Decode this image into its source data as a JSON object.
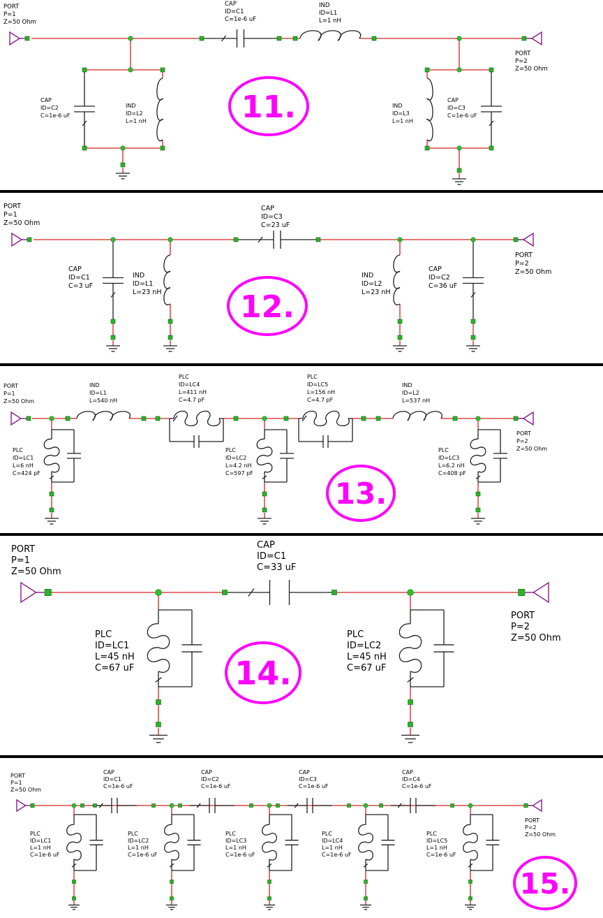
{
  "colors": {
    "wire": "#d22424",
    "component": "#202020",
    "node": "#2fbf2f",
    "pin": "#28b428",
    "label": "#ff00ff"
  },
  "circuits": [
    {
      "number": "11.",
      "port1": [
        "PORT",
        "P=1",
        "Z=50 Ohm"
      ],
      "port2": [
        "PORT",
        "P=2",
        "Z=50 Ohm"
      ],
      "components": [
        [
          "CAP",
          "ID=C1",
          "C=1e-6 uF"
        ],
        [
          "IND",
          "ID=L1",
          "L=1 nH"
        ],
        [
          "CAP",
          "ID=C2",
          "C=1e-6 uF"
        ],
        [
          "IND",
          "ID=L2",
          "L=1 nH"
        ],
        [
          "IND",
          "ID=L3",
          "L=1 nH"
        ],
        [
          "CAP",
          "ID=C3",
          "C=1e-6 uF"
        ]
      ]
    },
    {
      "number": "12.",
      "port1": [
        "PORT",
        "P=1",
        "Z=50 Ohm"
      ],
      "port2": [
        "PORT",
        "P=2",
        "Z=50 Ohm"
      ],
      "components": [
        [
          "CAP",
          "ID=C3",
          "C=23 uF"
        ],
        [
          "CAP",
          "ID=C1",
          "C=3 uF"
        ],
        [
          "IND",
          "ID=L1",
          "L=23 nH"
        ],
        [
          "IND",
          "ID=L2",
          "L=23 nH"
        ],
        [
          "CAP",
          "ID=C2",
          "C=36 uF"
        ]
      ]
    },
    {
      "number": "13.",
      "port1": [
        "PORT",
        "P=1",
        "Z=50 Ohm"
      ],
      "port2": [
        "PORT",
        "P=2",
        "Z=50 Ohm"
      ],
      "components": [
        [
          "IND",
          "ID=L1",
          "L=540 nH"
        ],
        [
          "PLC",
          "ID=LC4",
          "L=411 nH",
          "C=4.7 pF"
        ],
        [
          "PLC",
          "ID=LC5",
          "L=156 nH",
          "C=4.7 pF"
        ],
        [
          "IND",
          "ID=L2",
          "L=537 nH"
        ],
        [
          "PLC",
          "ID=LC1",
          "L=6 nH",
          "C=424 pF"
        ],
        [
          "PLC",
          "ID=LC2",
          "L=4.2 nH",
          "C=597 pF"
        ],
        [
          "PLC",
          "ID=LC3",
          "L=6.2 nH",
          "C=408 pF"
        ]
      ]
    },
    {
      "number": "14.",
      "port1": [
        "PORT",
        "P=1",
        "Z=50 Ohm"
      ],
      "port2": [
        "PORT",
        "P=2",
        "Z=50 Ohm"
      ],
      "components": [
        [
          "CAP",
          "ID=C1",
          "C=33 uF"
        ],
        [
          "PLC",
          "ID=LC1",
          "L=45 nH",
          "C=67 uF"
        ],
        [
          "PLC",
          "ID=LC2",
          "L=45 nH",
          "C=67 uF"
        ]
      ]
    },
    {
      "number": "15.",
      "port1": [
        "PORT",
        "P=1",
        "Z=50 Ohm"
      ],
      "port2": [
        "PORT",
        "P=2",
        "Z=50 Ohm"
      ],
      "components": [
        [
          "CAP",
          "ID=C1",
          "C=1e-6 uF"
        ],
        [
          "CAP",
          "ID=C2",
          "C=1e-6 uF"
        ],
        [
          "CAP",
          "ID=C3",
          "C=1e-6 uF"
        ],
        [
          "CAP",
          "ID=C4",
          "C=1e-6 uF"
        ],
        [
          "PLC",
          "ID=LC1",
          "L=1 nH",
          "C=1e-6 uF"
        ],
        [
          "PLC",
          "ID=LC2",
          "L=1 nH",
          "C=1e-6 uF"
        ],
        [
          "PLC",
          "ID=LC3",
          "L=1 nH",
          "C=1e-6 uF"
        ],
        [
          "PLC",
          "ID=LC4",
          "L=1 nH",
          "C=1e-6 uF"
        ],
        [
          "PLC",
          "ID=LC5",
          "L=1 nH",
          "C=1e-6 uF"
        ]
      ]
    }
  ]
}
